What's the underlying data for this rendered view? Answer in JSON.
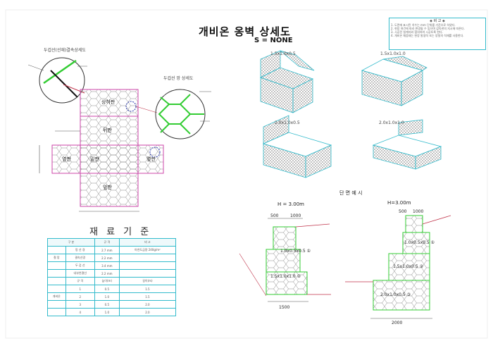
{
  "title": "개비온 옹벽 상세도",
  "scale": "S = NONE",
  "note": {
    "heading": "◈ 비 고 ◈",
    "lines": [
      "1. 도면에 표시된 치수는 mm 단위를 기준으로 하였다.",
      "2. 현장 여건에 따라 변경될 수 있으며 감독관의 지시에 따른다.",
      "3. 시공전 설계자와 협의하여 시공토록 한다.",
      "4. 개비온 채움재는 현장 발생석 또는 양질의 석재를 사용한다."
    ]
  },
  "labels": {
    "wire_detail": "두겁선(선재)결속상세도",
    "mesh_detail": "두겁선 망 상세도",
    "face_top": "상하판",
    "face_back": "뒤판",
    "face_left": "옆판",
    "face_center": "밑판",
    "face_right": "옆판",
    "face_bottom": "앞판",
    "box1": "1.5x1.0x0.5",
    "box2": "1.5x1.0x1.0",
    "box3": "2.0x1.0x0.5",
    "box4": "2.0x1.0x1.0",
    "section_title": "단 면 예 시",
    "h1": "H = 3.00m",
    "h2": "H=3.00m",
    "sec_a1": "1.0x0.5x0.5 ①",
    "sec_a2": "1.5x1.0x1.0 ②",
    "sec_b1": "1.0x0.5x0.5 ①",
    "sec_b2": "1.5x1.0x0.5 ②",
    "sec_b3": "2.0x1.0x0.5 ③",
    "dim_500": "500",
    "dim_1000": "1000",
    "dim_1500": "1500",
    "dim_2000": "2000",
    "dim_1000_b": "1000",
    "dim_500_b": "500",
    "mat_title": "재 료 기 준"
  },
  "material_table": {
    "headers": [
      "구 분",
      "규 격",
      "비 고"
    ],
    "rows": [
      [
        "",
        "망 선 경",
        "2.7 mm",
        "아연도금량 240g/m²"
      ],
      [
        "철 망",
        "결속선경",
        "2.2 mm",
        ""
      ],
      [
        "",
        "두 겁 선",
        "3.4 mm",
        ""
      ],
      [
        "",
        "내부연결선",
        "2.2 mm",
        ""
      ],
      [
        "",
        "규 격",
        "높이(m)",
        "길이(m)"
      ],
      [
        "",
        "1",
        "0.5",
        "1.5"
      ],
      [
        "개비온",
        "2",
        "1.0",
        "1.5"
      ],
      [
        "",
        "3",
        "0.5",
        "2.0"
      ],
      [
        "",
        "4",
        "1.0",
        "2.0"
      ]
    ]
  }
}
